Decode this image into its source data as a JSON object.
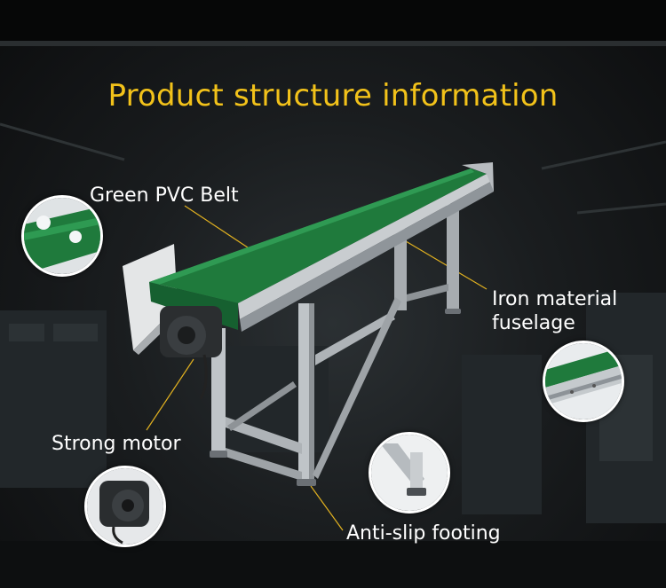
{
  "page": {
    "title": "Product structure information"
  },
  "labels": {
    "belt": "Green PVC Belt",
    "iron_line1": "Iron material",
    "iron_line2": "fuselage",
    "motor": "Strong motor",
    "footing": "Anti-slip footing"
  },
  "colors": {
    "title": "#f2c21a",
    "label": "#ffffff",
    "leader_line": "#e0b020",
    "belt_green": "#1f7a3c",
    "frame_silver": "#b9bec2",
    "background": "#16191b"
  },
  "icons": {
    "belt_detail": "belt-closeup-icon",
    "iron_detail": "rail-closeup-icon",
    "motor_detail": "motor-closeup-icon",
    "footing_detail": "footing-closeup-icon"
  }
}
